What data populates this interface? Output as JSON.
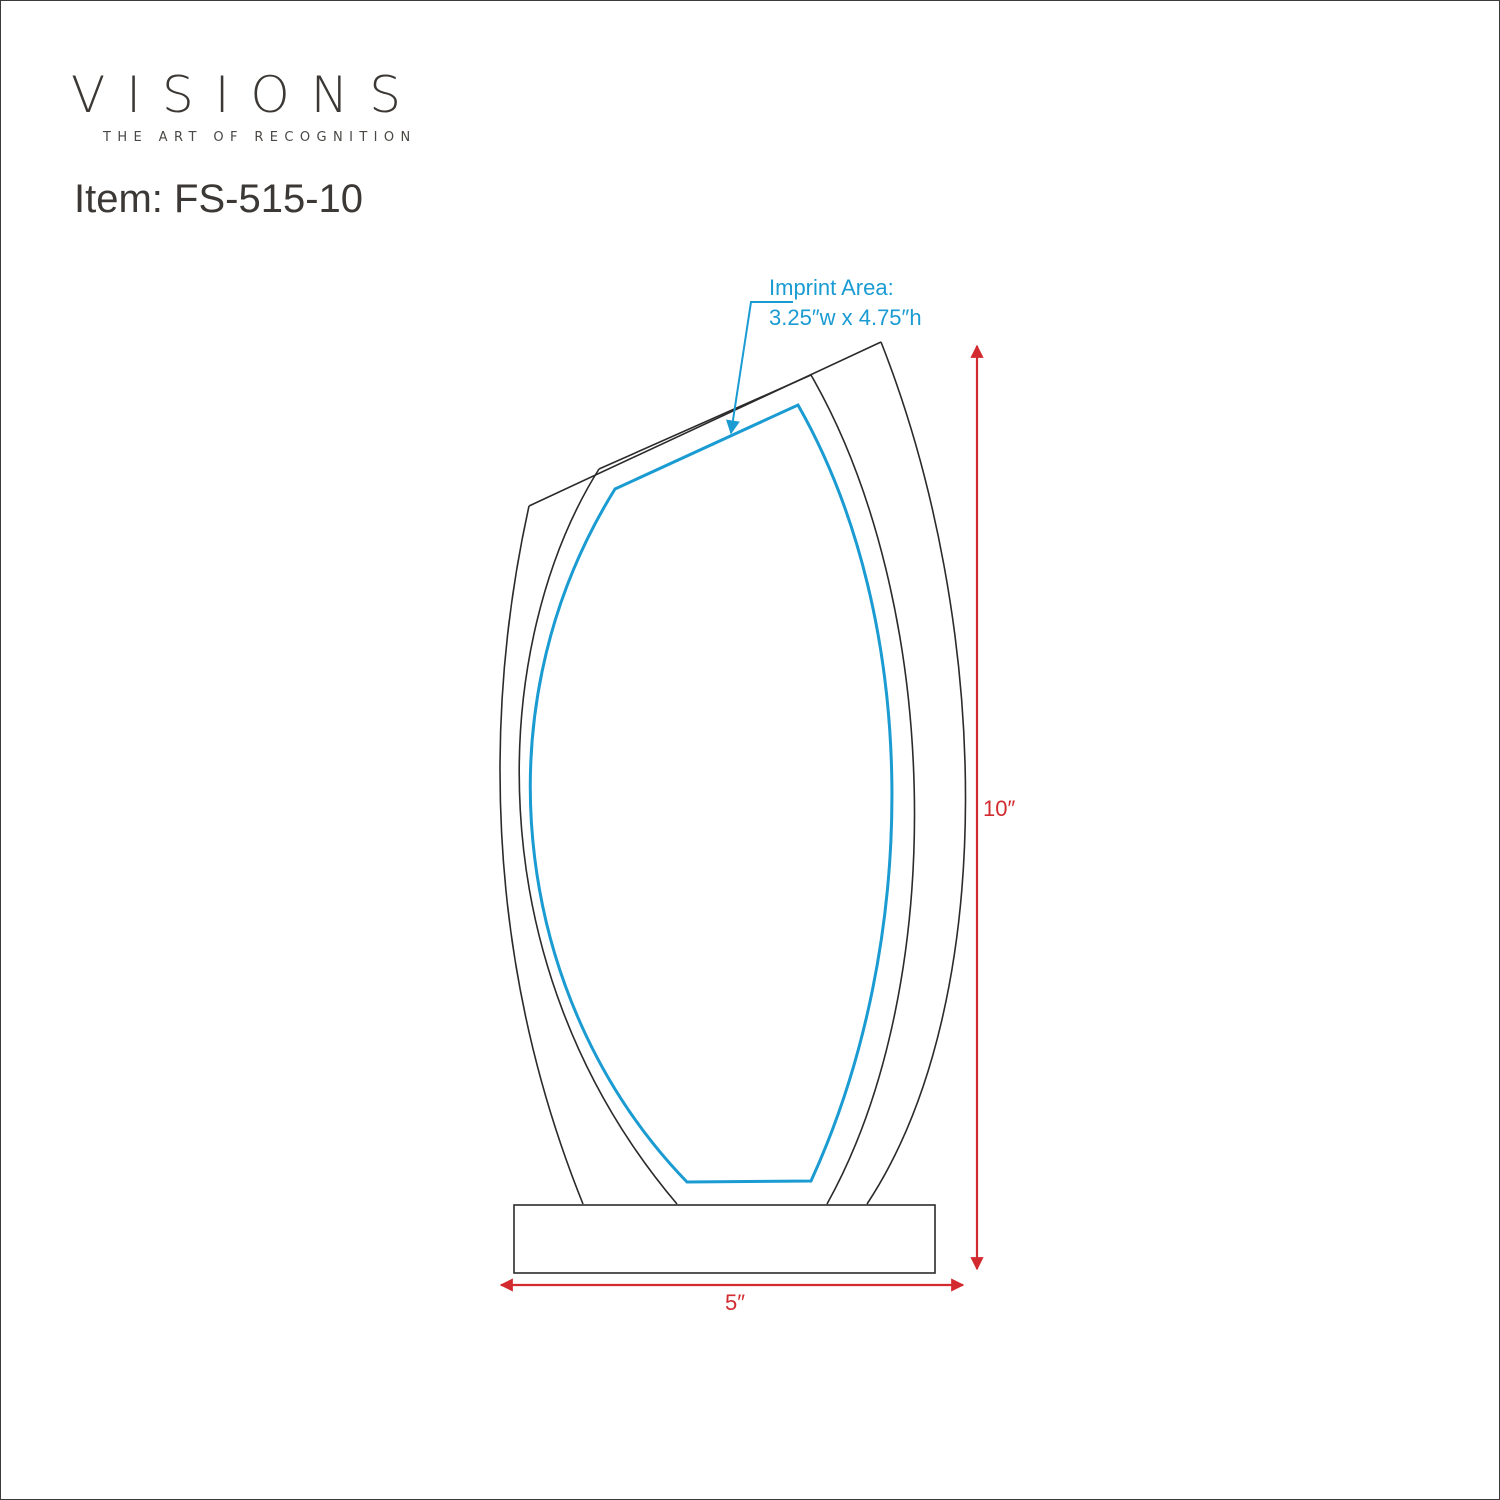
{
  "brand": {
    "name": "VISIONS",
    "tagline": "THE ART OF RECOGNITION"
  },
  "item": {
    "label": "Item:",
    "code": "FS-515-10",
    "display": "Item: FS-515-10"
  },
  "imprint": {
    "line1": "Imprint Area:",
    "line2": "3.25″w x 4.75″h"
  },
  "dimensions": {
    "height": "10″",
    "width": "5″"
  },
  "colors": {
    "outline": "#2b2b2b",
    "imprint": "#1a9bd2",
    "dimension": "#d22a2f",
    "text": "#3b3835"
  }
}
